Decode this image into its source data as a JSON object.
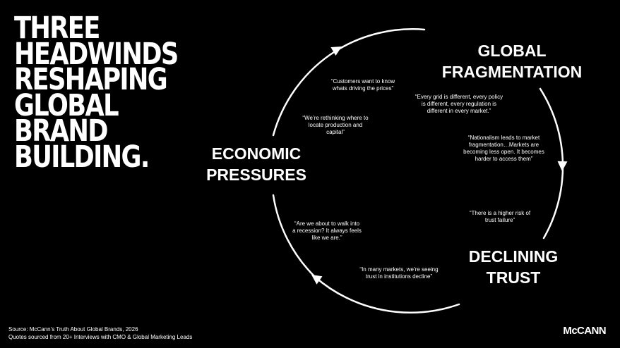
{
  "headline": [
    "THREE",
    "HEADWINDS",
    "RESHAPING",
    "GLOBAL",
    "BRAND",
    "BUILDING."
  ],
  "themes": {
    "global": [
      "GLOBAL",
      "FRAGMENTATION"
    ],
    "economic": [
      "ECONOMIC",
      "PRESSURES"
    ],
    "trust": [
      "DECLINING",
      "TRUST"
    ]
  },
  "quotes": [
    [
      "“Customers want to know",
      "whats driving the prices”"
    ],
    [
      "“We’re rethinking where to",
      "locate production and",
      "capital”"
    ],
    [
      "“Every grid is different, every policy",
      "is different, every regulation is",
      "different in every market.”"
    ],
    [
      "“Nationalism leads to market",
      "fragmentation…Markets are",
      "becoming less open. It becomes",
      "harder to access them”"
    ],
    [
      "“There is a higher risk of",
      "trust failure”"
    ],
    [
      "“Are we about to walk into",
      "a recession? It always feels",
      "like we are.”"
    ],
    [
      "“In many markets, we’re seeing",
      "trust in institutions decline”"
    ]
  ],
  "footer": {
    "source": "Source: McCann’s Truth About Global Brands, 2026",
    "note": "Quotes sourced from 20+ Interviews with CMO & Global Marketing Leads"
  },
  "logo": "McCANN",
  "colors": {
    "background": "#000000",
    "foreground": "#ffffff"
  }
}
